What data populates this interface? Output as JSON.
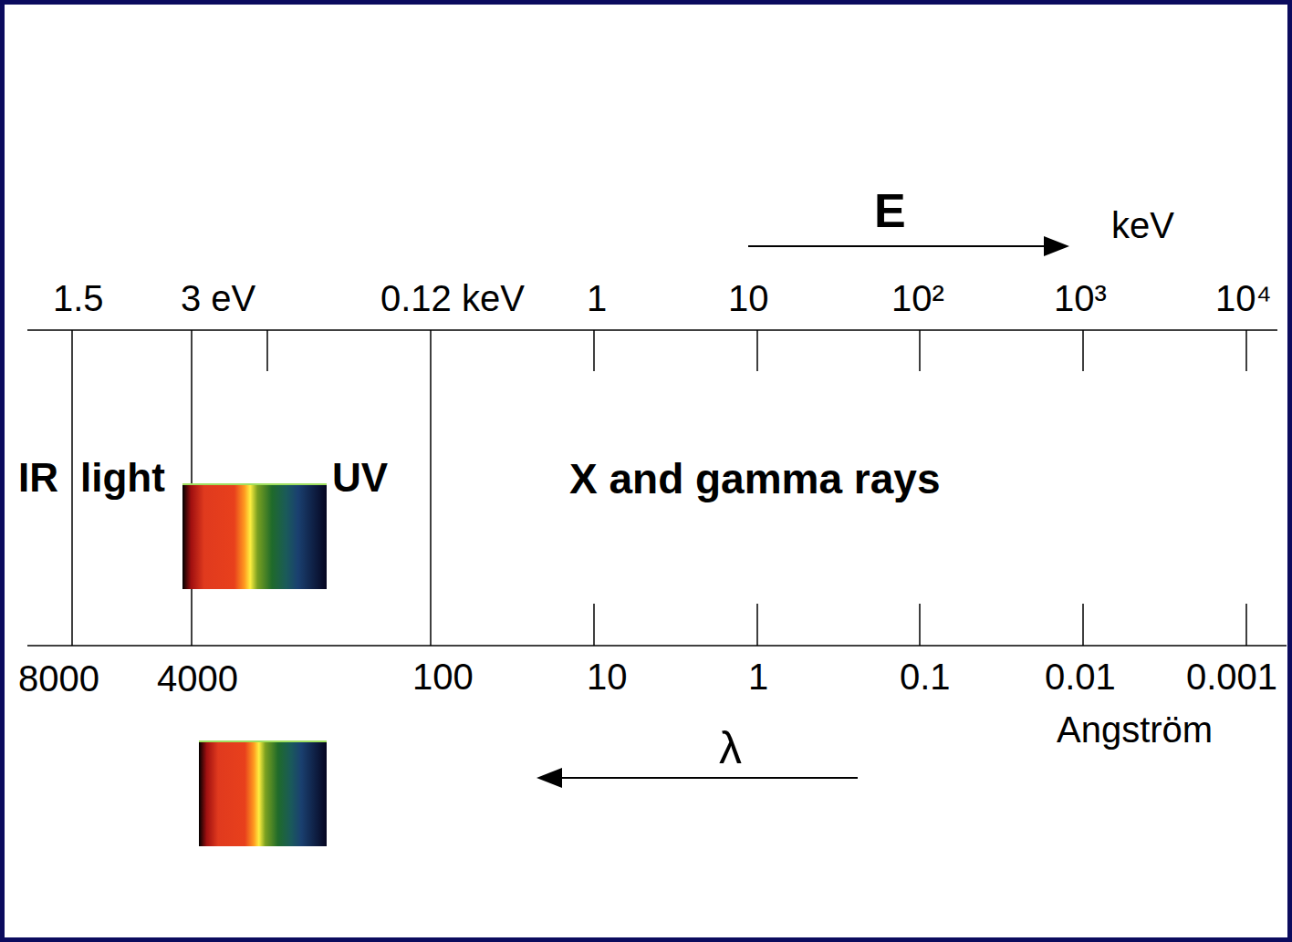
{
  "diagram": {
    "labels": [
      "E",
      "keV",
      "1.5",
      "3 eV",
      "0.12 keV",
      "1",
      "10",
      "10²",
      "10³",
      "10⁴",
      "IR",
      "light",
      "UV",
      "X and gamma rays",
      "8000",
      "4000",
      "100",
      "10",
      "1",
      "0.1",
      "0.01",
      "0.001",
      "Angström",
      "λ"
    ]
  }
}
